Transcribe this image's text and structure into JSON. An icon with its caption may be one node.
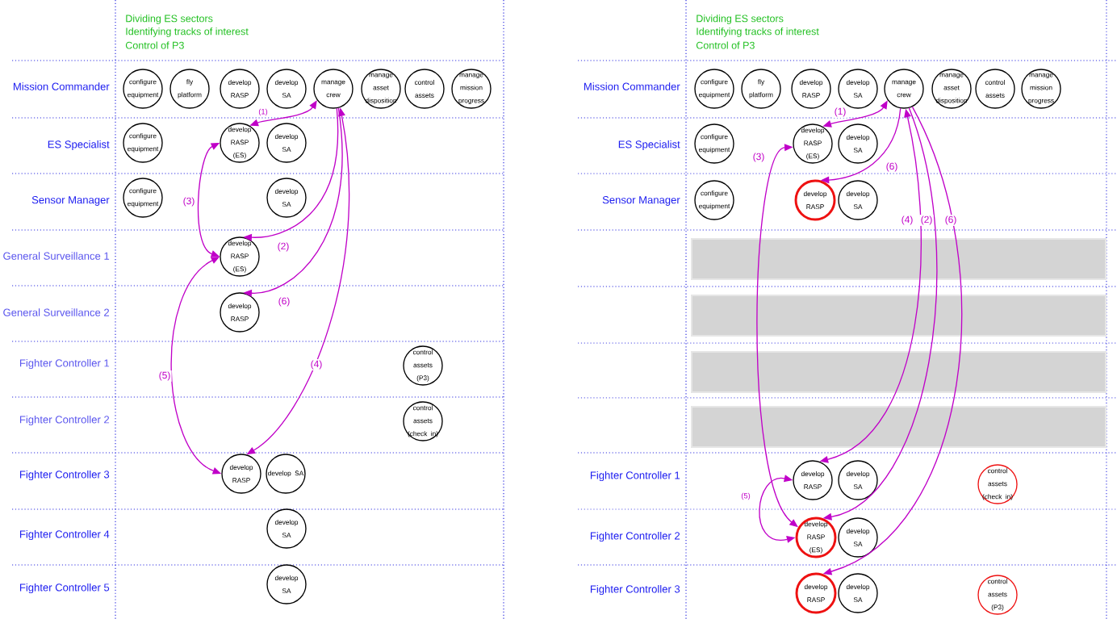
{
  "diagram": {
    "nodes": [
      {
        "text": [
          "configure equipment"
        ]
      },
      {
        "text": [
          "fly platform"
        ]
      },
      {
        "text": [
          "develop RASP"
        ]
      },
      {
        "text": [
          "develop SA"
        ]
      },
      {
        "text": [
          "manage crew"
        ]
      },
      {
        "text": [
          "manage asset disposition"
        ]
      },
      {
        "text": [
          "control assets"
        ]
      },
      {
        "text": [
          "manage mission progress"
        ]
      },
      {
        "text": [
          "configure equipment"
        ]
      },
      {
        "text": [
          "develop RASP (ES)"
        ]
      },
      {
        "text": [
          "develop SA"
        ]
      },
      {
        "text": [
          "configure equipment"
        ]
      },
      {
        "text": [
          "develop SA"
        ]
      },
      {
        "text": [
          "develop RASP (ES)"
        ]
      },
      {
        "text": [
          "develop RASP"
        ]
      },
      {
        "text": [
          "control assets (P3)"
        ]
      },
      {
        "text": [
          "control assets (check in)"
        ]
      },
      {
        "text": [
          "develop RASP"
        ]
      },
      {
        "text": [
          "develop SA"
        ]
      },
      {
        "text": [
          "develop SA"
        ]
      },
      {
        "text": [
          "develop SA"
        ]
      },
      {
        "text": [
          "configure equipment"
        ]
      },
      {
        "text": [
          "fly platform"
        ]
      },
      {
        "text": [
          "develop RASP"
        ]
      },
      {
        "text": [
          "develop SA"
        ]
      },
      {
        "text": [
          "manage crew"
        ]
      },
      {
        "text": [
          "manage asset disposition"
        ]
      },
      {
        "text": [
          "control assets"
        ]
      },
      {
        "text": [
          "manage mission progress"
        ]
      },
      {
        "text": [
          "configure equipment"
        ]
      },
      {
        "text": [
          "develop RASP (ES)"
        ]
      },
      {
        "text": [
          "develop SA"
        ]
      },
      {
        "text": [
          "configure equipment"
        ]
      },
      {
        "text": [
          "develop RASP"
        ]
      },
      {
        "text": [
          "develop SA"
        ]
      },
      {
        "text": [
          "develop RASP"
        ]
      },
      {
        "text": [
          "develop SA"
        ]
      },
      {
        "text": [
          "control assets (check in)"
        ]
      },
      {
        "text": [
          "develop RASP (ES)"
        ]
      },
      {
        "text": [
          "develop SA"
        ]
      },
      {
        "text": [
          "develop RASP"
        ]
      },
      {
        "text": [
          "develop SA"
        ]
      },
      {
        "text": [
          "control assets (P3)"
        ]
      }
    ],
    "edges": [
      {
        "from": 4,
        "to": 9,
        "arrow": "both",
        "label": "(1)"
      },
      {
        "from": 9,
        "to": 13,
        "arrow": "both",
        "label": "(3)"
      },
      {
        "from": 4,
        "to": 13,
        "arrow": "to",
        "label": "(2)"
      },
      {
        "from": 4,
        "to": 14,
        "arrow": "to",
        "label": "(6)"
      },
      {
        "from": 4,
        "to": 17,
        "arrow": "both",
        "label": "(4)"
      },
      {
        "from": 13,
        "to": 17,
        "arrow": "both",
        "label": "(5)"
      },
      {
        "from": 25,
        "to": 30,
        "arrow": "both",
        "label": "(1)"
      },
      {
        "from": 25,
        "to": 33,
        "arrow": "to",
        "label": "(6)"
      },
      {
        "from": 30,
        "to": 38,
        "arrow": "both",
        "label": "(3)"
      },
      {
        "from": 25,
        "to": 35,
        "arrow": "both",
        "label": "(4)"
      },
      {
        "from": 25,
        "to": 38,
        "arrow": "to",
        "label": "(2)"
      },
      {
        "from": 25,
        "to": 40,
        "arrow": "to",
        "label": "(6)"
      },
      {
        "from": 35,
        "to": 38,
        "arrow": "both",
        "label": "(5)"
      }
    ],
    "labels": [
      "Dividing ES sectors",
      "Identifying tracks of interest",
      "Control of P3",
      "Mission Commander",
      "ES Specialist",
      "Sensor Manager",
      "General Surveillance 1",
      "General Surveillance 2",
      "Fighter Controller 1",
      "Fighter Controller 2",
      "Fighter Controller 3",
      "Fighter Controller 4",
      "Fighter Controller 5",
      "Dividing ES sectors",
      "Identifying tracks of interest",
      "Control of P3",
      "Mission Commander",
      "ES Specialist",
      "Sensor Manager",
      "Fighter Controller 1",
      "Fighter Controller 2",
      "Fighter Controller 3"
    ]
  }
}
